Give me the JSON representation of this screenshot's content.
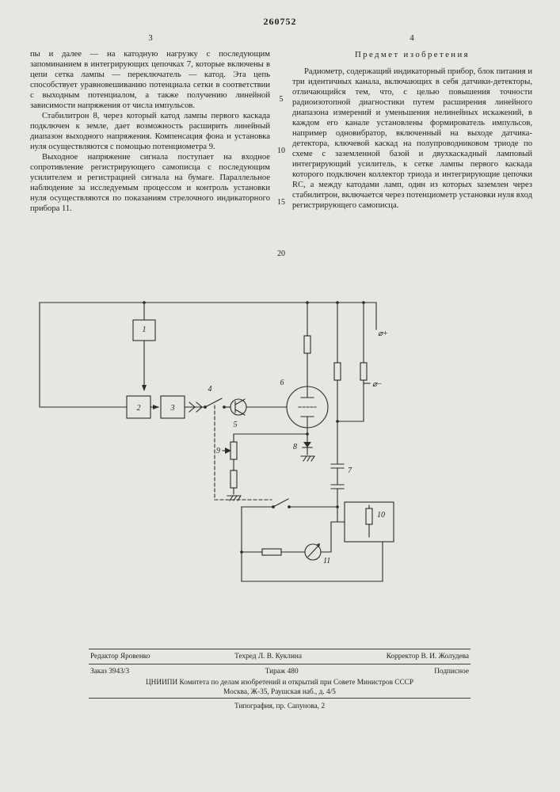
{
  "page": {
    "patent_number": "260752",
    "left_col_num": "3",
    "right_col_num": "4"
  },
  "left_column": {
    "paragraphs": [
      "пы и далее — на катодную нагрузку с последующим запоминанием в интегрирующих цепочках 7, которые включены в цепи сетка лампы — переключатель — катод. Эта цепь способствует уравновешиванию потенциала сетки в соответствии с выходным потенциалом, а также получению линейной зависимости напряжения от числа импульсов.",
      "Стабилитрон 8, через который катод лампы первого каскада подключен к земле, дает возможность расширить линейный диапазон выходного напряжения. Компенсация фона и установка нуля осуществляются с помощью потенциометра 9.",
      "Выходное напряжение сигнала поступает на входное сопротивление регистрирующего самописца с последующим усилителем и регистрацией сигнала на бумаге. Параллельное наблюдение за исследуемым процессом и контроль установки нуля осуществляются по показаниям стрелочного индикаторного прибора 11."
    ]
  },
  "right_column": {
    "heading": "Предмет изобретения",
    "paragraph": "Радиометр, содержащий индикаторный прибор, блок питания и три идентичных канала, включающих в себя датчики-детекторы, отличающийся тем, что, с целью повышения точности радиоизотопной диагностики путем расширения линейного диапазона измерений и уменьшения нелинейных искажений, в каждом его канале установлены формирователь импульсов, например одновибратор, включенный на выходе датчика-детектора, ключевой каскад на полупроводниковом триоде по схеме с заземленной базой и двухкаскадный ламповый интегрирующий усилитель, к сетке лампы первого каскада которого подключен коллектор триода и интегрирующие цепочки RC, а между катодами ламп, один из которых заземлен через стабилитрон, включается через потенциометр установки нуля вход регистрирующего самописца."
  },
  "gutter_numbers": [
    "5",
    "10",
    "15",
    "20"
  ],
  "diagram": {
    "labels": {
      "b1": "1",
      "b2": "2",
      "b3": "3",
      "n4": "4",
      "n5": "5",
      "n6": "6",
      "n7": "7",
      "n8": "8",
      "n9": "9",
      "n10": "10",
      "n11": "11",
      "plus": "⌀+",
      "minus": "⌀−"
    }
  },
  "footer": {
    "editor": "Редактор Яровенко",
    "tech": "Техред Л. В. Куклина",
    "corrector": "Корректор В. И. Жолудева",
    "order": "Заказ 3943/3",
    "print_run": "Тираж 480",
    "subscription": "Подписное",
    "org_line1": "ЦНИИПИ Комитета по делам изобретений и открытий при Совете Министров СССР",
    "org_line2": "Москва, Ж-35, Раушская наб., д. 4/5",
    "printing_house": "Типография, пр. Сапунова, 2"
  }
}
